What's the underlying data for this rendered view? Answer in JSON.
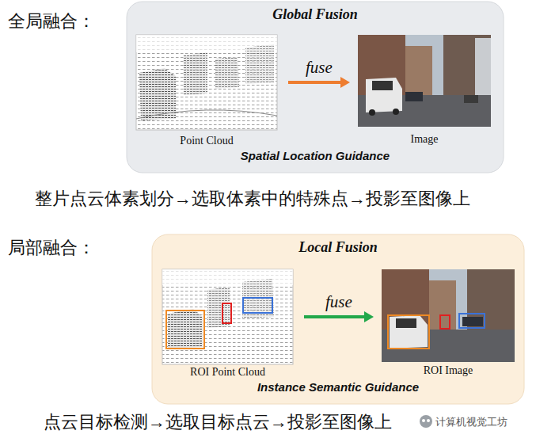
{
  "diagram": {
    "nodes": [
      {
        "text": [
          "Global Fusion",
          "Spatial Location Guidance"
        ]
      },
      {
        "text": [
          "Point Cloud"
        ],
        "in": 0
      },
      {
        "text": [
          "Image"
        ],
        "in": 0
      },
      {
        "text": [
          "Local Fusion",
          "Instance Semantic Guidance"
        ]
      },
      {
        "text": [
          "ROI Point Cloud"
        ],
        "in": 3
      },
      {
        "text": [
          "ROI Image"
        ],
        "in": 3
      }
    ],
    "edges": [
      {
        "from": 1,
        "to": 2,
        "label": "fuse",
        "arrow": "to"
      },
      {
        "from": 4,
        "to": 5,
        "label": "fuse",
        "arrow": "to"
      }
    ],
    "labels": [
      "全局融合：",
      "整片点云体素划分→选取体素中的特殊点→投影至图像上",
      "局部融合：",
      "点云目标检测→选取目标点云→投影至图像上",
      "计算机视觉工坊"
    ]
  }
}
